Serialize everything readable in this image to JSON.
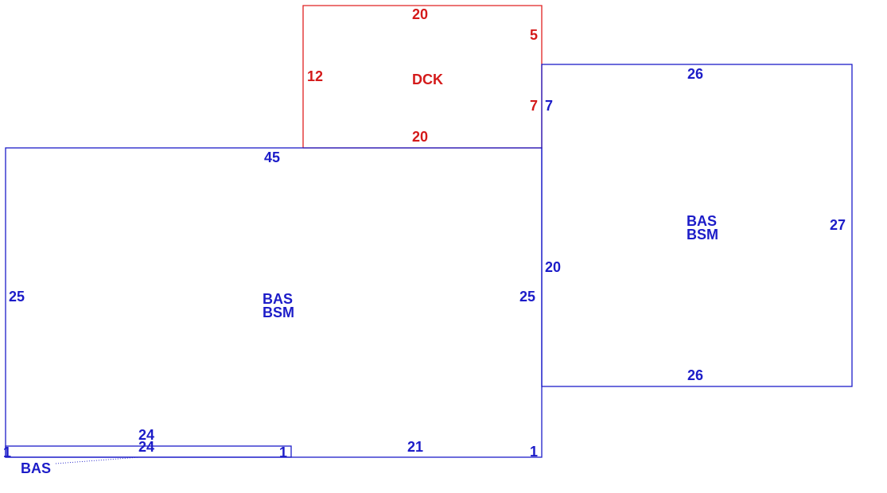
{
  "colors": {
    "main": "#1c1cc8",
    "deck": "#d41a1a"
  },
  "areas": {
    "main": {
      "code1": "BAS",
      "code2": "BSM",
      "top": "45",
      "bottom": "21",
      "left": "25",
      "right": "25",
      "bottom_right_step": "1"
    },
    "deck": {
      "code": "DCK",
      "top": "20",
      "bottom": "20",
      "left": "12",
      "right_upper": "5",
      "right_lower": "7"
    },
    "addition": {
      "code1": "BAS",
      "code2": "BSM",
      "top": "26",
      "bottom": "26",
      "right": "27",
      "left_upper": "7",
      "left_lower": "20"
    },
    "strip": {
      "code": "BAS",
      "top": "24",
      "bottom": "24",
      "left": "1",
      "right": "1"
    }
  }
}
